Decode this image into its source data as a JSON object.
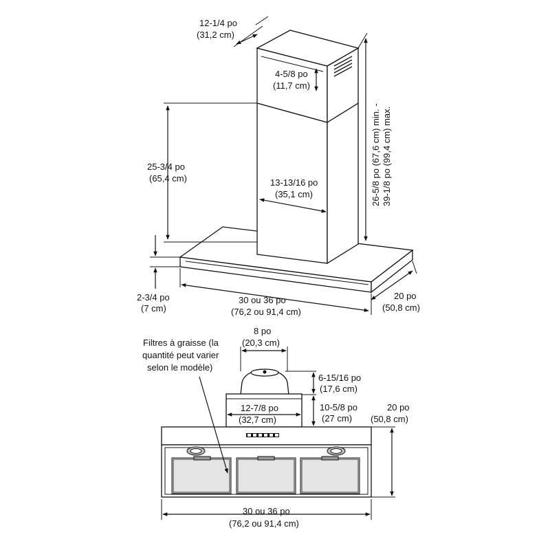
{
  "top_view": {
    "chimney_width": [
      "12-1/4 po",
      "(31,2 cm)"
    ],
    "upper_chimney_gap": [
      "4-5/8 po",
      "(11,7 cm)"
    ],
    "lower_chimney_height": [
      "25-3/4 po",
      "(65,4 cm)"
    ],
    "chimney_depth": [
      "13-13/16 po",
      "(35,1 cm)"
    ],
    "chimney_total_height": [
      "26-5/8 po (67,6 cm) min. -",
      "39-1/8 po (99,4 cm) max."
    ],
    "canopy_thickness": [
      "2-3/4 po",
      "(7 cm)"
    ],
    "canopy_width": [
      "30 ou 36 po",
      "(76,2 ou 91,4 cm)"
    ],
    "canopy_depth": [
      "20 po",
      "(50,8 cm)"
    ]
  },
  "bottom_view": {
    "filters_note": [
      "Filtres à graisse (la",
      "quantité peut varier",
      "selon le modèle)"
    ],
    "blower_width": [
      "8 po",
      "(20,3 cm)"
    ],
    "blower_height": [
      "6-15/16 po",
      "(17,6 cm)"
    ],
    "collar_height": [
      "10-5/8 po",
      "(27 cm)"
    ],
    "collar_width": [
      "12-7/8 po",
      "(32,7 cm)"
    ],
    "hood_depth": [
      "20 po",
      "(50,8 cm)"
    ],
    "hood_width": [
      "30 ou 36 po",
      "(76,2 ou 91,4 cm)"
    ]
  }
}
